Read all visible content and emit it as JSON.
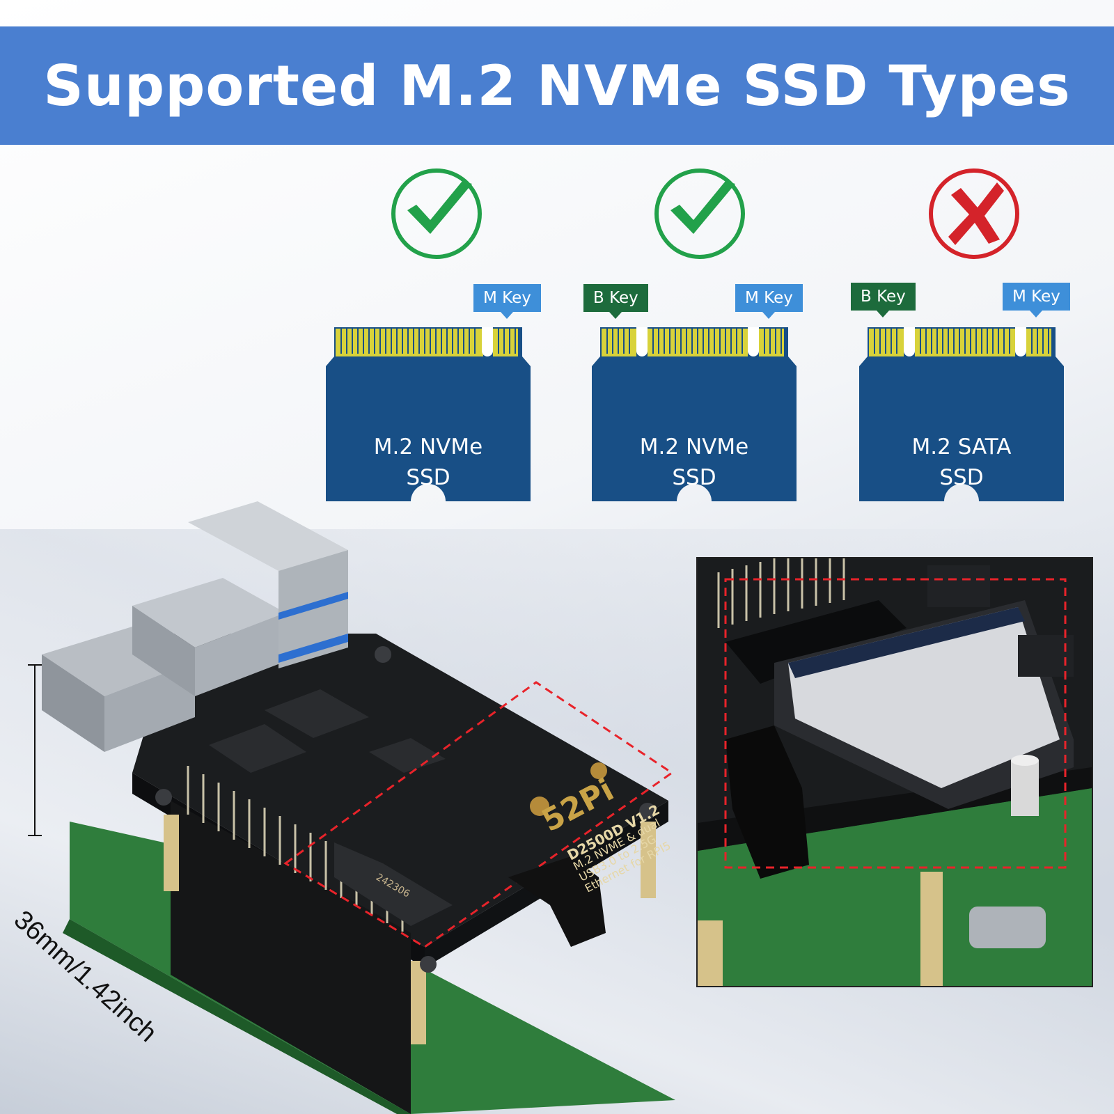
{
  "header": {
    "title": "Supported M.2 NVMe SSD Types"
  },
  "colors": {
    "banner": "#4a7fd0",
    "supported": "#22a14a",
    "unsupported": "#d4232a",
    "ssd_board": "#184f86",
    "m_key": "#3e8fd9",
    "b_key": "#1d6b3c",
    "gold_pins": "#d8d23a"
  },
  "ssd_types": [
    {
      "status": "check-icon",
      "keys": [
        "M Key"
      ],
      "line1": "M.2 NVMe",
      "line2": "SSD"
    },
    {
      "status": "check-icon",
      "keys": [
        "B Key",
        "M Key"
      ],
      "line1": "M.2 NVMe",
      "line2": "SSD"
    },
    {
      "status": "cross-icon",
      "keys": [
        "B Key",
        "M Key"
      ],
      "line1": "M.2 SATA",
      "line2": "SSD"
    }
  ],
  "product": {
    "dimension": "36mm/1.42inch",
    "brand": "52Pi",
    "model": "D2500D V1.2",
    "board_text_1": "M.2 NVME & dual",
    "board_text_2": "USB3.0 to 2.5G",
    "board_text_3": "Ethernet for RPI5",
    "board_code": "242306"
  }
}
